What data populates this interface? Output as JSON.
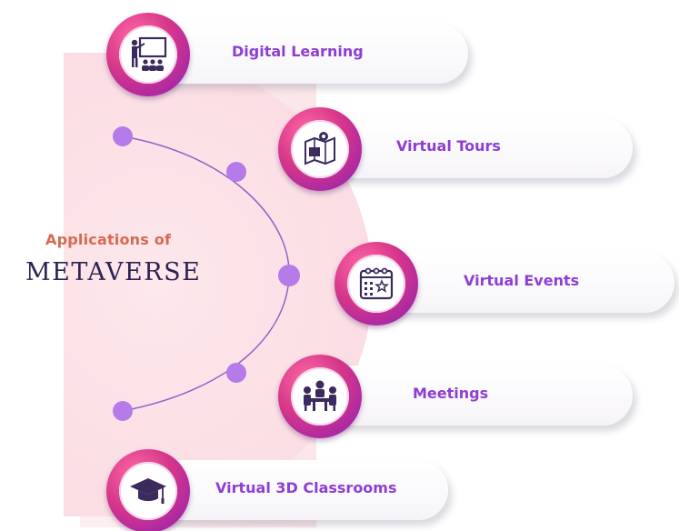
{
  "heading": {
    "line1": "Applications of",
    "line2": "METAVERSE"
  },
  "applications": [
    {
      "label": "Digital Learning",
      "icon": "presentation-icon"
    },
    {
      "label": "Virtual Tours",
      "icon": "tour-map-icon"
    },
    {
      "label": "Virtual Events",
      "icon": "calendar-star-icon"
    },
    {
      "label": "Meetings",
      "icon": "meeting-table-icon"
    },
    {
      "label": "Virtual 3D Classrooms",
      "icon": "graduation-cap-icon"
    }
  ],
  "colors": {
    "accent_purple": "#8e3fd3",
    "heading_orange": "#d66a50",
    "heading_navy": "#2e2352",
    "medallion_pink": "#d6368a",
    "medallion_violet": "#8a1fb5",
    "arc_dot": "#b57be8"
  }
}
